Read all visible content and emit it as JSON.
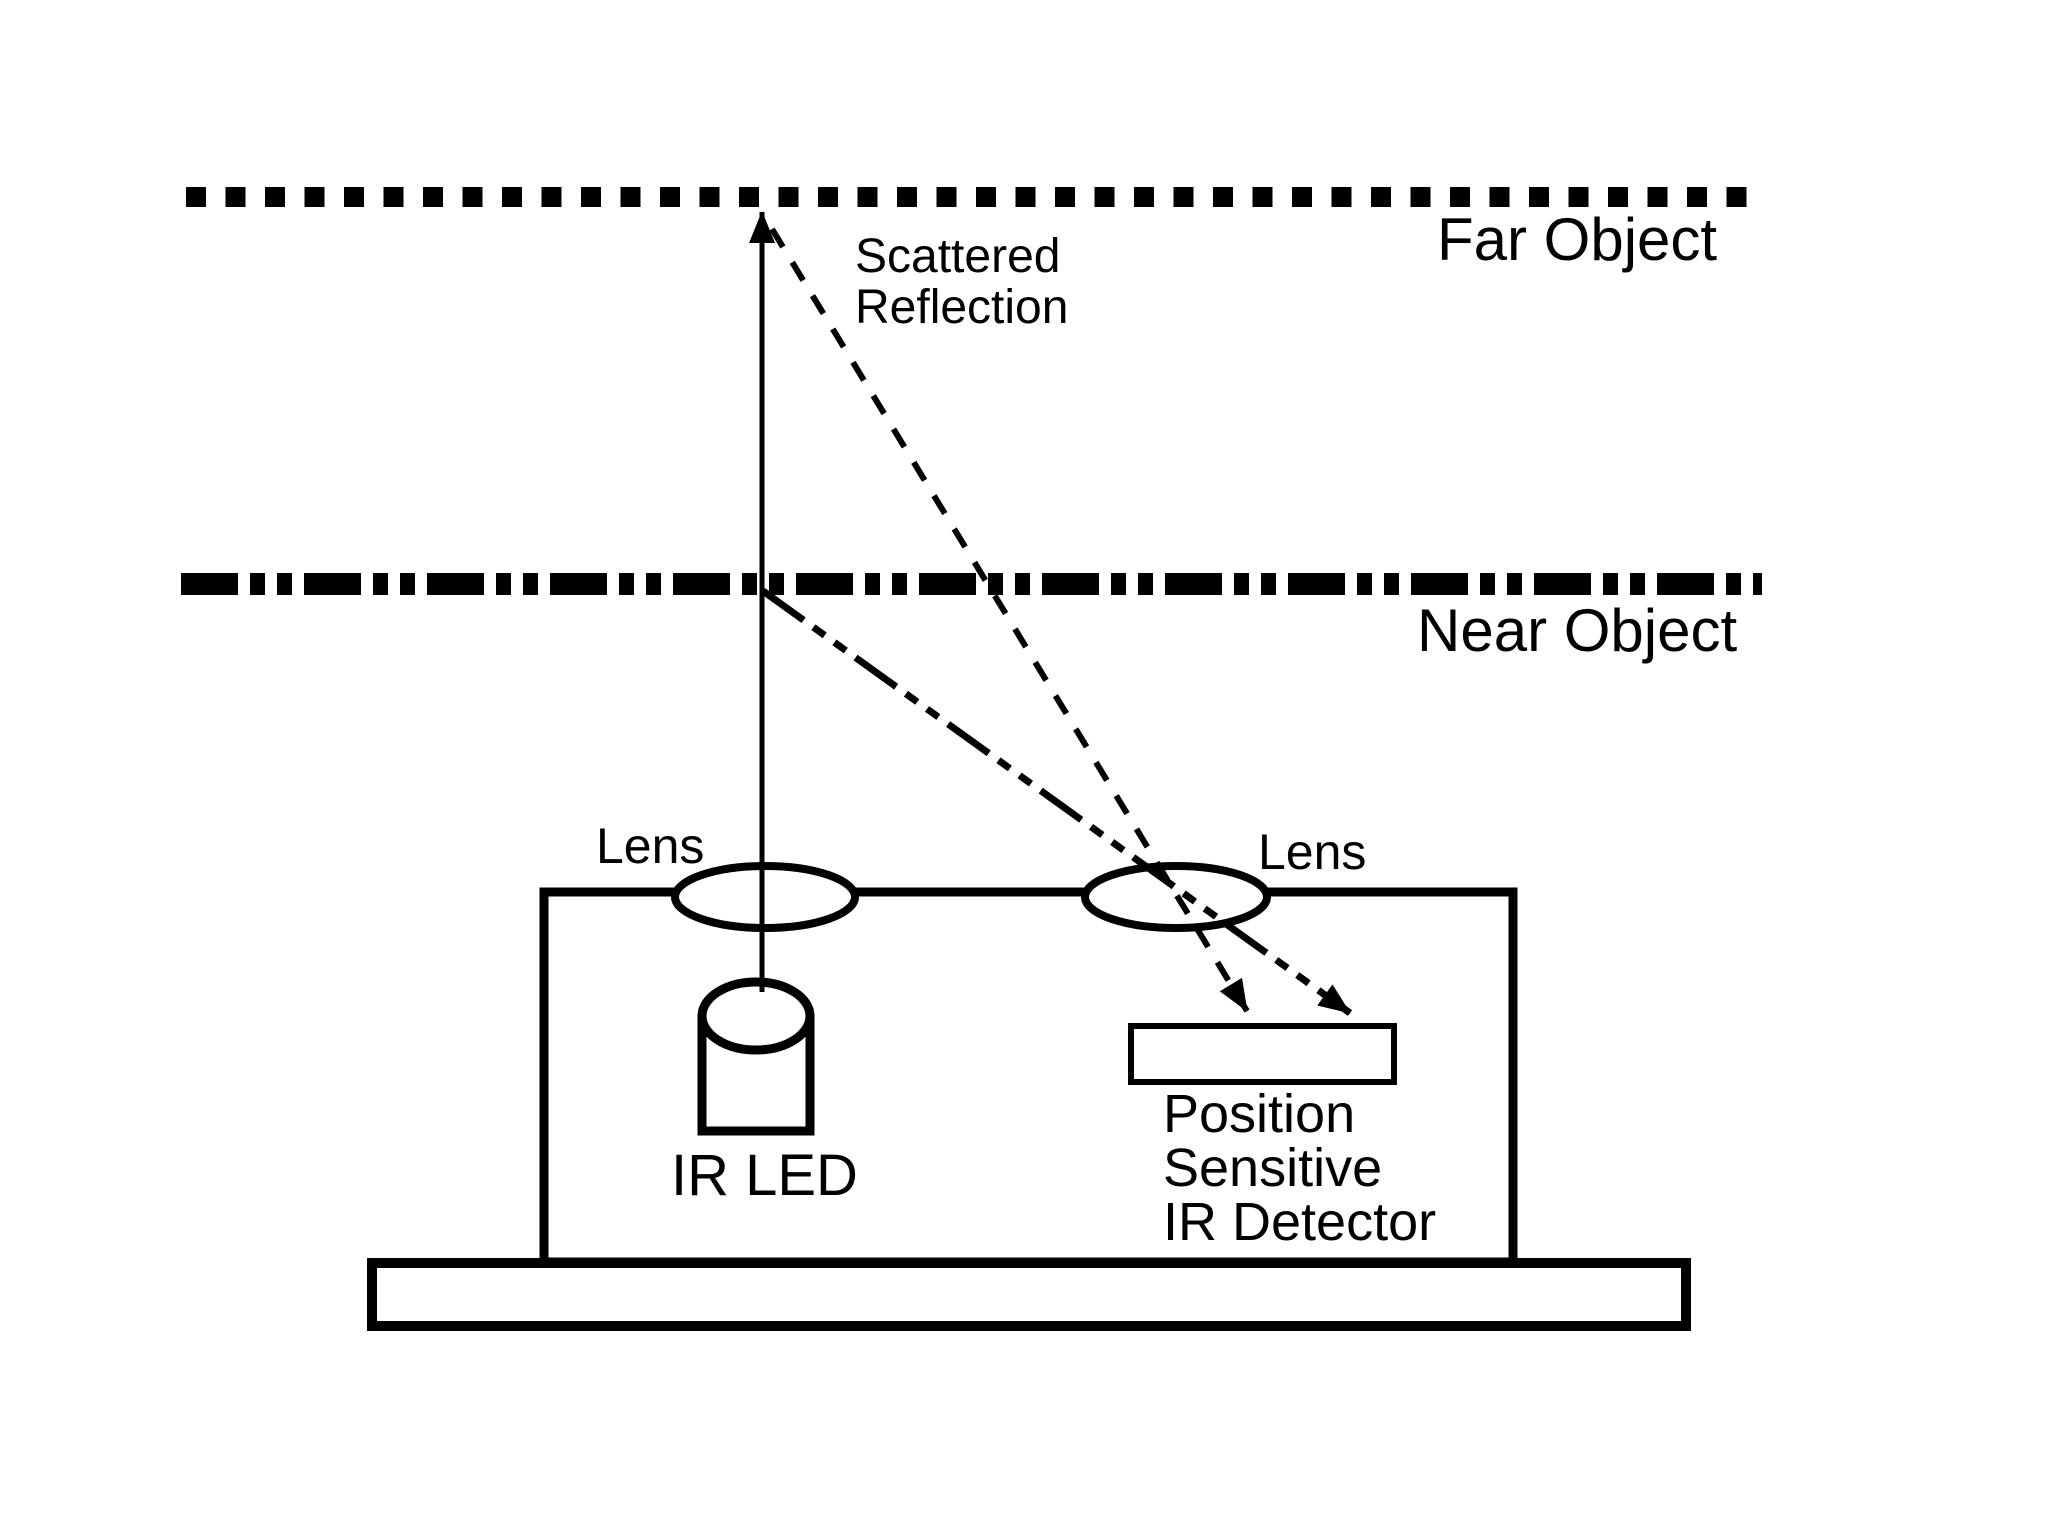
{
  "diagram": {
    "title_hint": "IR triangulation distance sensor principle",
    "far_object": {
      "label": "Far Object"
    },
    "near_object": {
      "label": "Near Object"
    },
    "scattered_reflection": {
      "line1": "Scattered",
      "line2": "Reflection"
    },
    "emitter_lens": {
      "label": "Lens"
    },
    "receiver_lens": {
      "label": "Lens"
    },
    "ir_led": {
      "label": "IR LED"
    },
    "detector": {
      "line1": "Position",
      "line2": "Sensitive",
      "line3": "IR Detector"
    },
    "colors": {
      "ink": "#000000",
      "background": "#ffffff"
    }
  }
}
